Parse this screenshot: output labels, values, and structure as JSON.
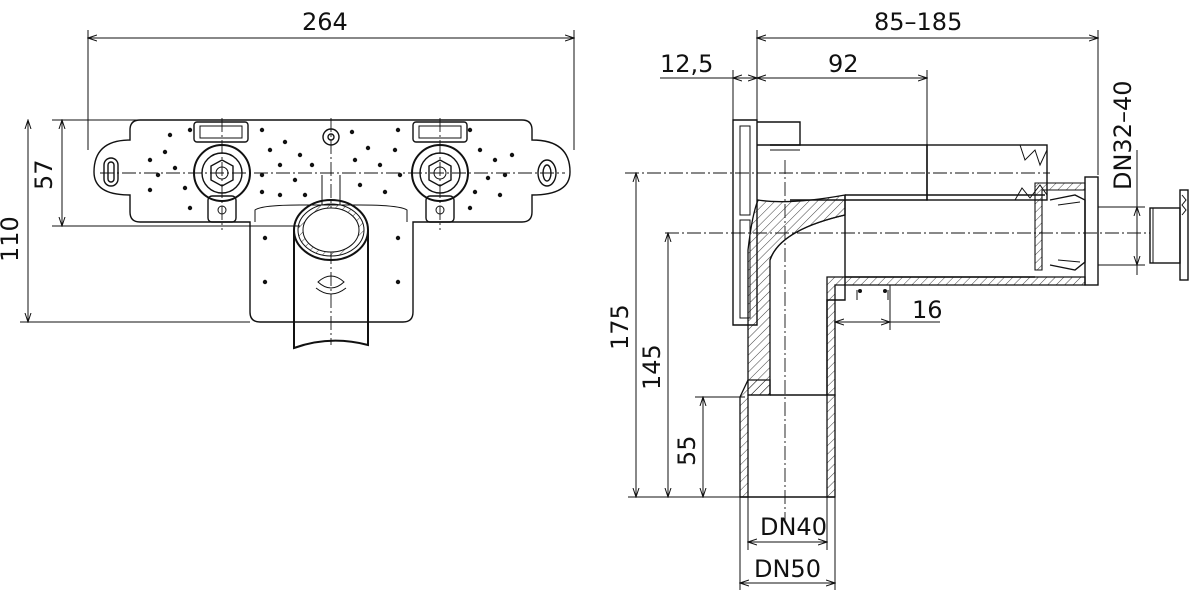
{
  "dimensions": {
    "front_width": "264",
    "front_height_upper": "57",
    "front_height_total": "110",
    "side_depth_range": "85–185",
    "side_offset": "12,5",
    "side_depth": "92",
    "side_outlet_dn": "DN32–40",
    "side_total_height": "175",
    "side_height_145": "145",
    "side_height_55": "55",
    "side_step": "16",
    "side_dn40": "DN40",
    "side_dn50": "DN50"
  },
  "colors": {
    "line": "#111111",
    "background": "#ffffff"
  }
}
